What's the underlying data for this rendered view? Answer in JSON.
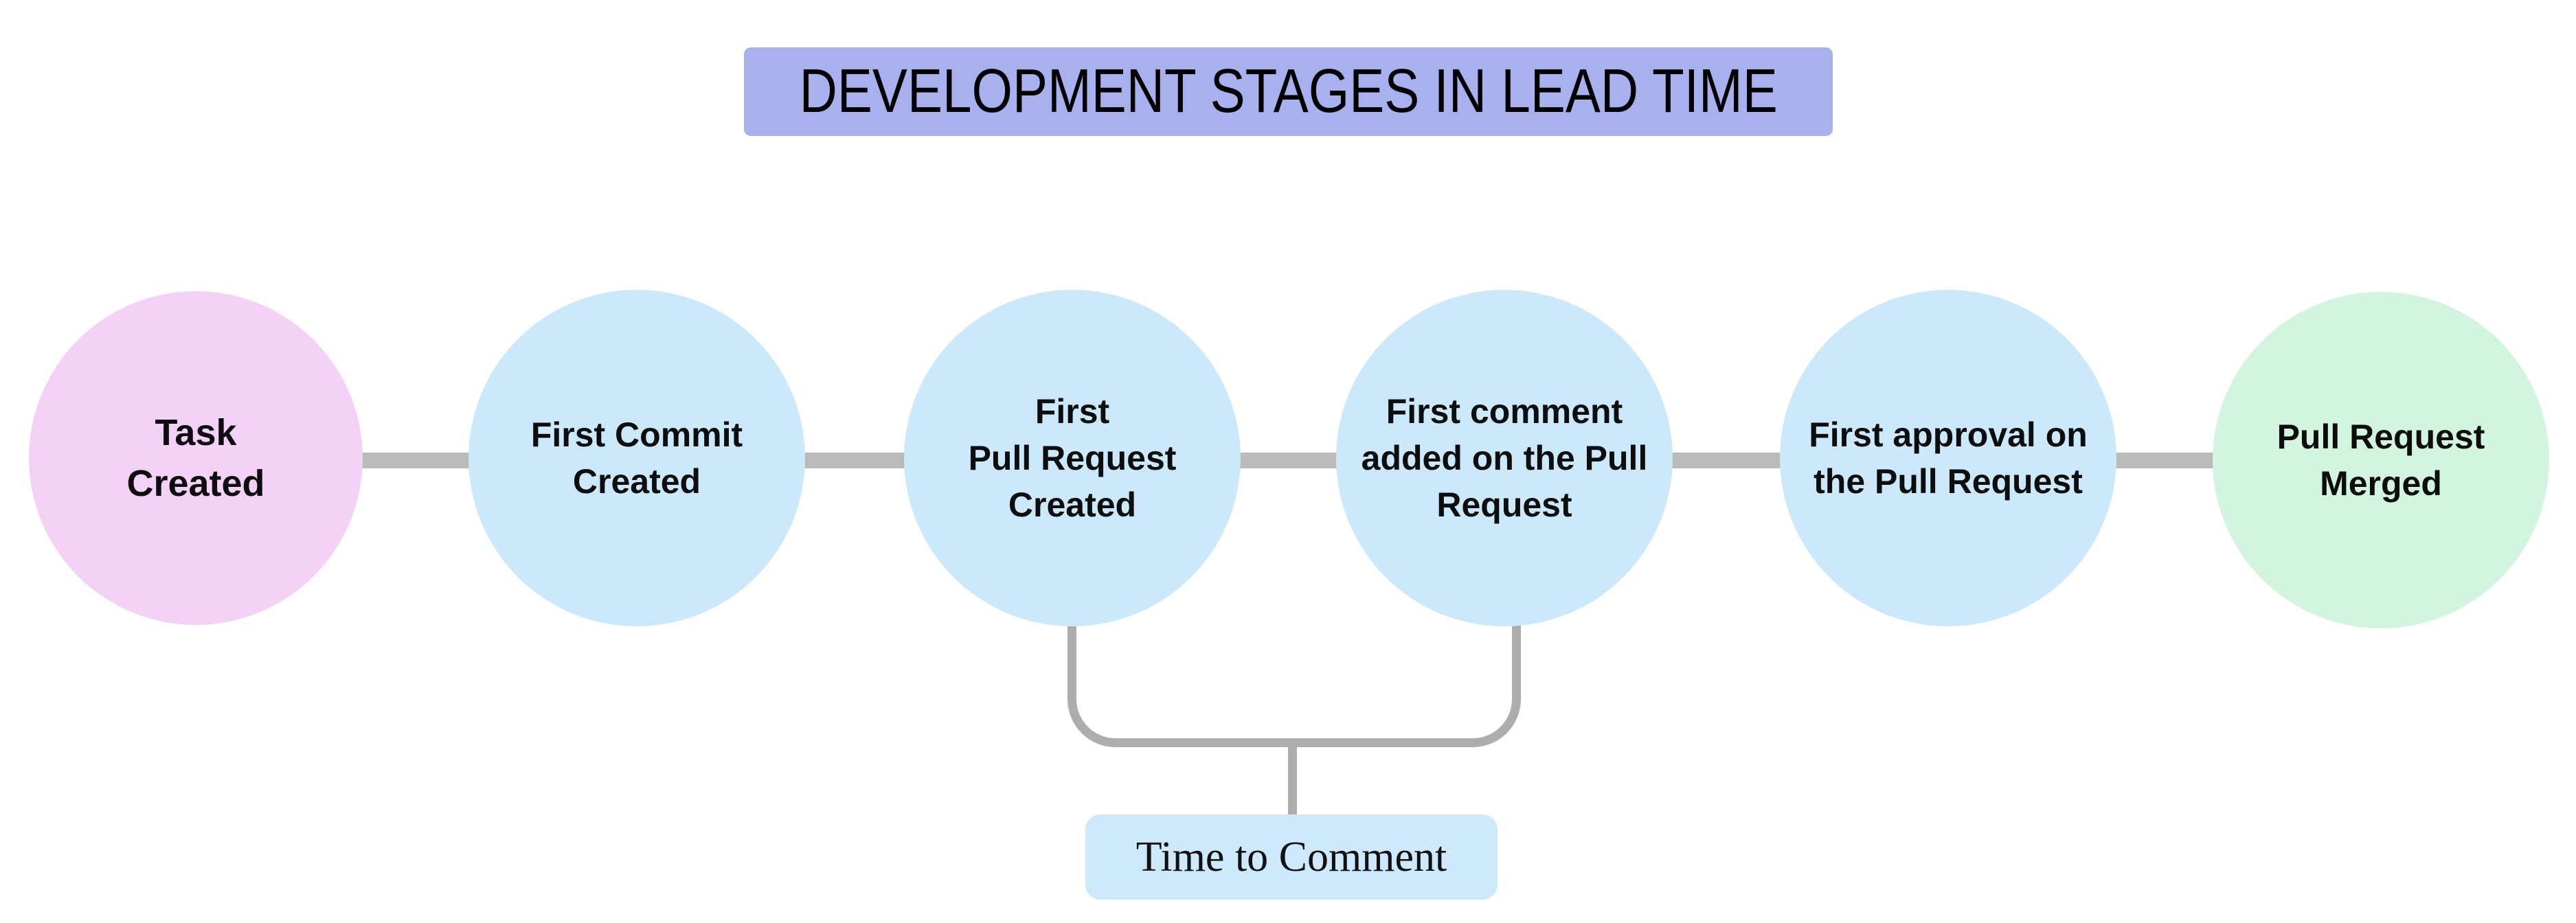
{
  "title": {
    "text": "DEVELOPMENT STAGES IN LEAD TIME",
    "bg_color": "#a8b1ee"
  },
  "stages": [
    {
      "text": "Task\nCreated",
      "color": "#f4d2f7"
    },
    {
      "text": "First Commit\nCreated",
      "color": "#cce9fb"
    },
    {
      "text": "First\nPull Request\nCreated",
      "color": "#cce9fb"
    },
    {
      "text": "First comment\nadded on the Pull\nRequest",
      "color": "#cce9fb"
    },
    {
      "text": "First approval on\nthe Pull Request",
      "color": "#cce9fb"
    },
    {
      "text": "Pull Request\nMerged",
      "color": "#d3f4df"
    }
  ],
  "connector_color": "#bababa",
  "bracket": {
    "color": "#adadad",
    "label": "Time to Comment",
    "label_bg": "#cde9fb"
  }
}
